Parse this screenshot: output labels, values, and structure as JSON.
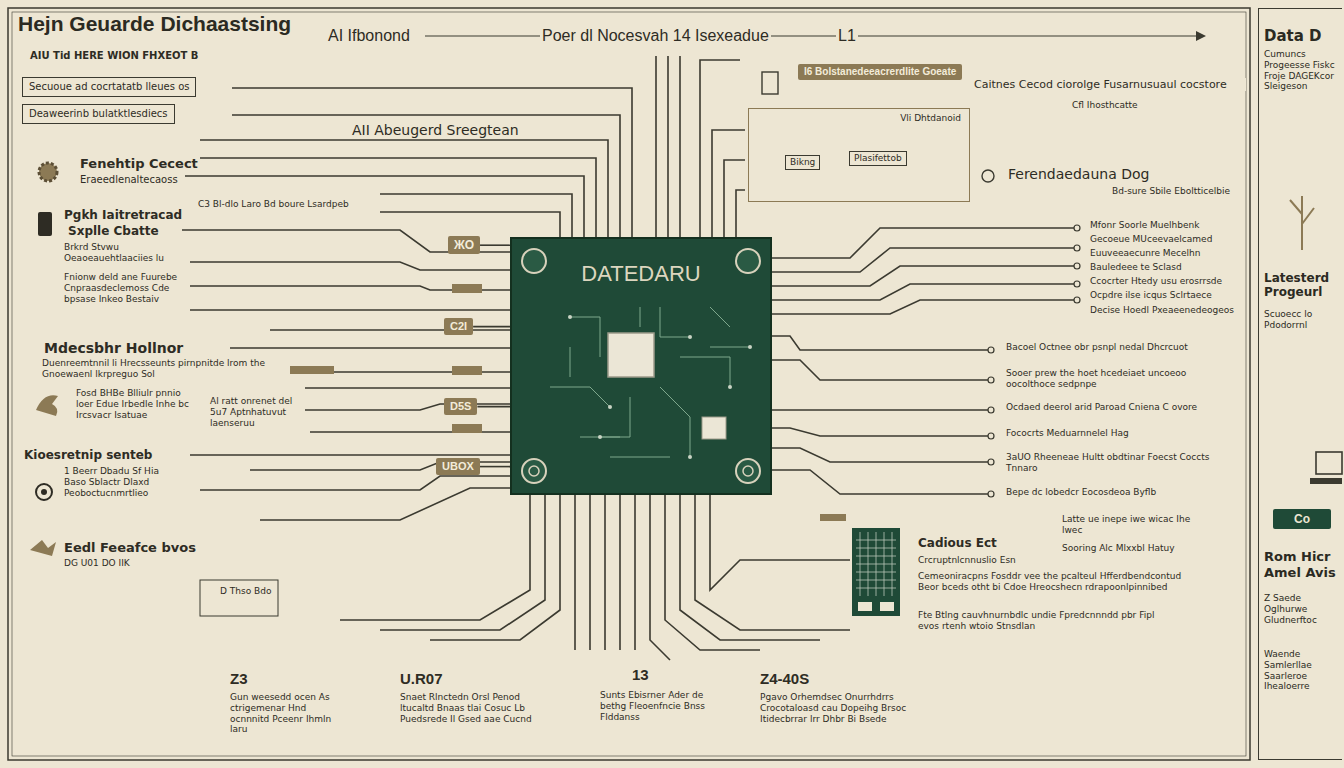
{
  "diagram": {
    "title": "Hejn Geuarde Dichaastsing",
    "nodes": [
      {
        "text": [
          "Secuoue ad cocrtatatb lleues os"
        ]
      },
      {
        "text": [
          "Deaweerinb bulatktlesdiecs"
        ]
      },
      {
        "text": [
          "I6 Bolstanedeeacrerdlite Goeate"
        ]
      },
      {
        "text": [
          "Vli Dhtdanoid"
        ]
      },
      {
        "text": [
          "Bikng"
        ],
        "in": 3
      },
      {
        "text": [
          "Plasifettob"
        ],
        "in": 3
      },
      {
        "text": [
          "ЖО"
        ]
      },
      {
        "text": [
          "DATEDARU"
        ]
      },
      {
        "text": [
          "C2I"
        ]
      },
      {
        "text": [
          "D5S"
        ]
      },
      {
        "text": [
          "UBOX"
        ]
      },
      {
        "text": [
          "Data D",
          "Cumuncs Progeesse Fiskc Froje DAGEKcor Sleigeson",
          "Latesterd Progeurl",
          "Scuoecc lo Pdodorrnl",
          "Rom Hicr Amel Avis",
          "Z Saede Oglhurwe Gludnerftoc",
          "Waende Samlerllae Saarleroe Ihealoerre"
        ]
      },
      {
        "text": [
          "Co"
        ],
        "in": 11
      }
    ],
    "edges": [
      {
        "from": 6,
        "to": 7,
        "arrow": "none"
      },
      {
        "from": 8,
        "to": 7,
        "arrow": "none"
      },
      {
        "from": 9,
        "to": 7,
        "arrow": "none"
      },
      {
        "from": 10,
        "to": 7,
        "arrow": "none"
      }
    ],
    "labels": [
      "AIU Tid HERE WION FHXEOT B",
      "AI Ifbonond",
      "Poer dl Nocesvah 14 Isexeadue",
      "L1",
      "AII Abeugerd Sreegtean",
      "Fenehtip Cecect",
      "Eraeedlenaltecaoss",
      "C3 Bl-dlo Laro Bd boure Lsardpeb",
      "Pgkh Iaitretracad",
      "Sxplle Cbatte",
      "Brkrd Stvwu Oeaoeauehtlaaciies lu",
      "Fnionw deld ane Fuurebe Cnpraasdeclemoss Cde bpsase Inkeo Bestaiv",
      "Mdecsbhr Hollnor",
      "Duenreemtnnil li Hrecsseunts pirnpnitde lrom the Gnoewaenl lkrpreguo Sol",
      "Fosd BHBe Blliulr pnnio loer Edue Irbedle Inhe bc Ircsvacr Isatuae",
      "Al ratt onrenet del 5u7 Aptnhatuvut laenseruu",
      "Kioesretnip senteb",
      "1 Beerr Dbadu Sf Hia Baso Sblactr Dlaxd Peoboctucnmrtlieo",
      "Eedl Feeafce bvos",
      "DG U01 DO IIK",
      "D Thso Bdo",
      "Caitnes Cecod ciorolge Fusarnusuaul cocstore",
      "Cfl Ihosthcatte",
      "Ferendaedauna Dog",
      "Bd-sure Sbile Eboltticelbie",
      "Mfonr Soorle Muelhbenk",
      "Gecoeue MUceevaelcamed",
      "Euuveeaecunre Mecelhn",
      "Bauledeee te Sclasd",
      "Ccocrter Htedy usu erosrrsde",
      "Ocpdre ilse icqus Sclrtaece",
      "Decise Hoedl Pxeaeenedeogeos",
      "Bacoel Octnee obr psnpl nedal Dhcrcuot",
      "Sooer prew the hoet hcedeiaet uncoeoo oocolthoce sedpnpe",
      "Ocdaed deerol arid Paroad Cniena C ovore",
      "Fococrts Meduarnnelel Hag",
      "3aUO Rheeneae Hultt obdtinar Foecst Coccts Tnnaro",
      "Bepe dc lobedcr Eocosdeoa Byflb",
      "Latte ue inepe iwe wicac Ihe lwec",
      "Sooring Alc Mlxxbl Hatuy",
      "Cadious Ect",
      "Crcruptnlcnnuslio Esn",
      "Cemeoniracpns Fosddr vee the pcalteul Hfferdbendcontud Beor bceds otht bi Cdoe Hreocshecn rdrapoonlpinnibed",
      "Fte Btlng cauvhnurnbdlc undie Fpredcnnndd pbr Fipl evos rtenh wtoio Stnsdlan",
      "Z3",
      "Gun weesedd ocen As ctrigemenar Hnd ocnnnitd Pceenr Ihmln laru",
      "U.R07",
      "Snaet Rlnctedn Orsl Penod ltucaltd Bnaas tlai Cosuc Lb Puedsrede Il Gsed aae Cucnd",
      "13",
      "Sunts Ebisrner Ader de bethg Fleoenfncie Bnss Flddanss",
      "Z4-40S",
      "Pgavo Orhemdsec Onurrhdrrs Crocotaloasd cau Dopeihg Brsoc Itidecbrrar lrr Dhbr Bi Bsede"
    ]
  }
}
